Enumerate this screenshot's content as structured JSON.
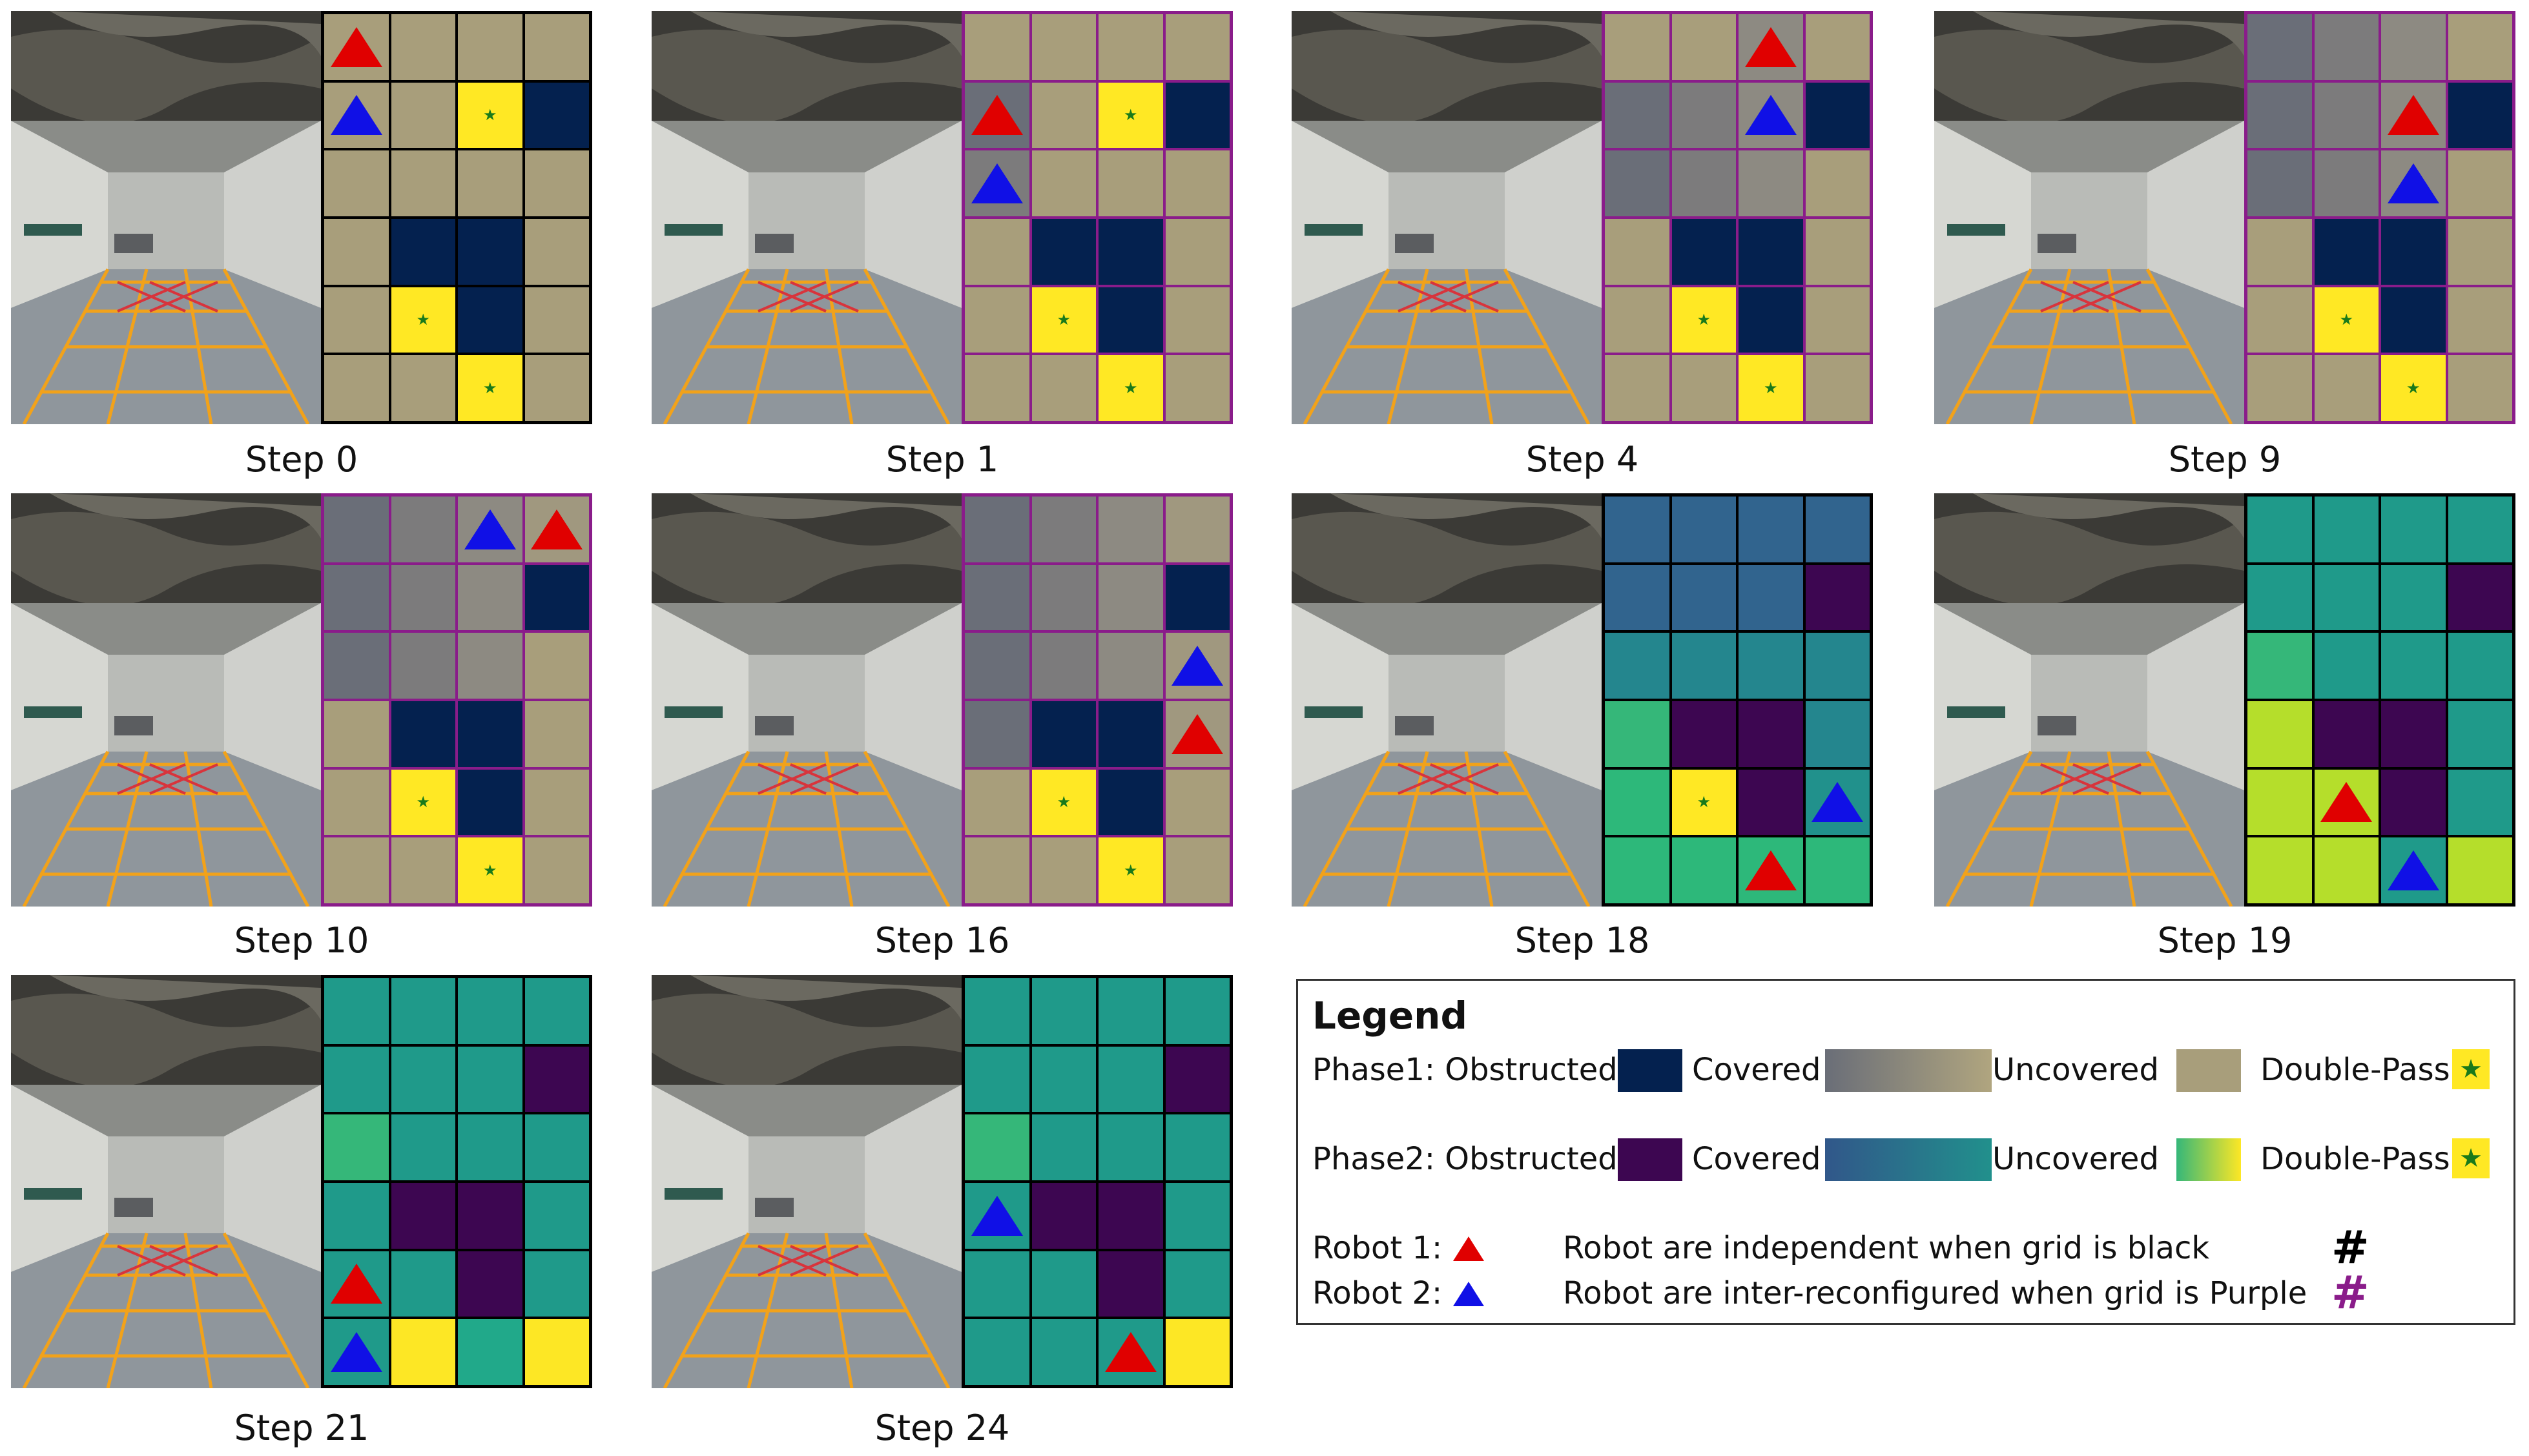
{
  "colors": {
    "p1_obstructed": "#04214f",
    "p1_uncovered": "#a89e7b",
    "p1_covered_gradient": [
      "#6a6e78",
      "#b0a57f"
    ],
    "p2_obstructed": "#3d0651",
    "p2_covered_gradient": [
      "#31578a",
      "#21908c"
    ],
    "p2_uncovered": "#21918c",
    "double_pass_p1": "#ffe824",
    "double_pass_p2_gradient": [
      "#35b779",
      "#fde725"
    ],
    "robot1": "#e00000",
    "robot2": "#1010e6",
    "grid_black": "#000000",
    "grid_purple": "#8a1c8a"
  },
  "panels": [
    {
      "caption": "Step 0",
      "grid_color": "black",
      "cells": [
        [
          "tan",
          "tan",
          "tan",
          "tan"
        ],
        [
          "tan",
          "tan",
          "dp1",
          "obs1"
        ],
        [
          "tan",
          "tan",
          "tan",
          "tan"
        ],
        [
          "tan",
          "obs1",
          "obs1",
          "tan"
        ],
        [
          "tan",
          "dp1",
          "obs1",
          "tan"
        ],
        [
          "tan",
          "tan",
          "dp1",
          "tan"
        ]
      ],
      "robots": [
        {
          "id": 1,
          "row": 0,
          "col": 0
        },
        {
          "id": 2,
          "row": 1,
          "col": 0
        }
      ]
    },
    {
      "caption": "Step 1",
      "grid_color": "purple",
      "cells": [
        [
          "tan",
          "tan",
          "tan",
          "tan"
        ],
        [
          "gray1",
          "tan",
          "dp1",
          "obs1"
        ],
        [
          "gray2",
          "tan",
          "tan",
          "tan"
        ],
        [
          "tan",
          "obs1",
          "obs1",
          "tan"
        ],
        [
          "tan",
          "dp1",
          "obs1",
          "tan"
        ],
        [
          "tan",
          "tan",
          "dp1",
          "tan"
        ]
      ],
      "robots": [
        {
          "id": 1,
          "row": 1,
          "col": 0
        },
        {
          "id": 2,
          "row": 2,
          "col": 0
        }
      ]
    },
    {
      "caption": "Step 4",
      "grid_color": "purple",
      "cells": [
        [
          "tan",
          "tan",
          "gray3",
          "tan"
        ],
        [
          "gray1",
          "gray2",
          "gray3",
          "obs1"
        ],
        [
          "gray1",
          "gray2",
          "gray3",
          "tan"
        ],
        [
          "tan",
          "obs1",
          "obs1",
          "tan"
        ],
        [
          "tan",
          "dp1",
          "obs1",
          "tan"
        ],
        [
          "tan",
          "tan",
          "dp1",
          "tan"
        ]
      ],
      "robots": [
        {
          "id": 1,
          "row": 0,
          "col": 2
        },
        {
          "id": 2,
          "row": 1,
          "col": 2
        }
      ]
    },
    {
      "caption": "Step 9",
      "grid_color": "purple",
      "cells": [
        [
          "gray1",
          "gray2",
          "gray3",
          "tan"
        ],
        [
          "gray1",
          "gray2",
          "gray3",
          "obs1"
        ],
        [
          "gray1",
          "gray2",
          "gray3",
          "tan"
        ],
        [
          "tan",
          "obs1",
          "obs1",
          "tan"
        ],
        [
          "tan",
          "dp1",
          "obs1",
          "tan"
        ],
        [
          "tan",
          "tan",
          "dp1",
          "tan"
        ]
      ],
      "robots": [
        {
          "id": 1,
          "row": 1,
          "col": 2
        },
        {
          "id": 2,
          "row": 2,
          "col": 2
        }
      ]
    },
    {
      "caption": "Step 10",
      "grid_color": "purple",
      "cells": [
        [
          "gray1",
          "gray2",
          "gray3",
          "gray4"
        ],
        [
          "gray1",
          "gray2",
          "gray3",
          "obs1"
        ],
        [
          "gray1",
          "gray2",
          "gray3",
          "tan"
        ],
        [
          "tan",
          "obs1",
          "obs1",
          "tan"
        ],
        [
          "tan",
          "dp1",
          "obs1",
          "tan"
        ],
        [
          "tan",
          "tan",
          "dp1",
          "tan"
        ]
      ],
      "robots": [
        {
          "id": 2,
          "row": 0,
          "col": 2
        },
        {
          "id": 1,
          "row": 0,
          "col": 3
        }
      ]
    },
    {
      "caption": "Step 16",
      "grid_color": "purple",
      "cells": [
        [
          "gray1",
          "gray2",
          "gray3",
          "gray4"
        ],
        [
          "gray1",
          "gray2",
          "gray3",
          "obs1"
        ],
        [
          "gray1",
          "gray2",
          "gray3",
          "gray4"
        ],
        [
          "gray1",
          "obs1",
          "obs1",
          "gray4"
        ],
        [
          "tan",
          "dp1",
          "obs1",
          "tan"
        ],
        [
          "tan",
          "tan",
          "dp1",
          "tan"
        ]
      ],
      "robots": [
        {
          "id": 2,
          "row": 2,
          "col": 3
        },
        {
          "id": 1,
          "row": 3,
          "col": 3
        }
      ]
    },
    {
      "caption": "Step 18",
      "grid_color": "black",
      "cells": [
        [
          "b1",
          "b1",
          "b1",
          "b1"
        ],
        [
          "b1",
          "b1",
          "b1",
          "obs2"
        ],
        [
          "b2",
          "b2",
          "b2",
          "b2"
        ],
        [
          "g1",
          "obs2",
          "obs2",
          "b2"
        ],
        [
          "g2",
          "dp1",
          "obs2",
          "b3"
        ],
        [
          "g2",
          "g2",
          "g2",
          "g2"
        ]
      ],
      "robots": [
        {
          "id": 2,
          "row": 4,
          "col": 3
        },
        {
          "id": 1,
          "row": 5,
          "col": 2
        }
      ]
    },
    {
      "caption": "Step 19",
      "grid_color": "black",
      "cells": [
        [
          "t1",
          "t1",
          "t1",
          "t1"
        ],
        [
          "t1",
          "t1",
          "t1",
          "obs2"
        ],
        [
          "g1",
          "t1",
          "t1",
          "t1"
        ],
        [
          "yg",
          "obs2",
          "obs2",
          "t1"
        ],
        [
          "yg",
          "yg",
          "obs2",
          "t1"
        ],
        [
          "yg",
          "yg",
          "t1",
          "yg"
        ]
      ],
      "robots": [
        {
          "id": 1,
          "row": 4,
          "col": 1
        },
        {
          "id": 2,
          "row": 5,
          "col": 2
        }
      ]
    },
    {
      "caption": "Step 21",
      "grid_color": "black",
      "cells": [
        [
          "t1",
          "t1",
          "t1",
          "t1"
        ],
        [
          "t1",
          "t1",
          "t1",
          "obs2"
        ],
        [
          "g1",
          "t1",
          "t1",
          "t1"
        ],
        [
          "t1",
          "obs2",
          "obs2",
          "t1"
        ],
        [
          "t1",
          "t1",
          "obs2",
          "t1"
        ],
        [
          "t1",
          "yel",
          "t2",
          "yel"
        ]
      ],
      "robots": [
        {
          "id": 1,
          "row": 4,
          "col": 0
        },
        {
          "id": 2,
          "row": 5,
          "col": 0
        }
      ]
    },
    {
      "caption": "Step 24",
      "grid_color": "black",
      "cells": [
        [
          "t1",
          "t1",
          "t1",
          "t1"
        ],
        [
          "t1",
          "t1",
          "t1",
          "obs2"
        ],
        [
          "g1",
          "t1",
          "t1",
          "t1"
        ],
        [
          "t1",
          "obs2",
          "obs2",
          "t1"
        ],
        [
          "t1",
          "t1",
          "obs2",
          "t1"
        ],
        [
          "t1",
          "t1",
          "t1",
          "yel"
        ]
      ],
      "robots": [
        {
          "id": 2,
          "row": 3,
          "col": 0
        },
        {
          "id": 1,
          "row": 5,
          "col": 2
        }
      ]
    }
  ],
  "legend": {
    "title": "Legend",
    "phase1_label": "Phase1: Obstructed",
    "phase2_label": "Phase2: Obstructed",
    "covered": "Covered",
    "uncovered": "Uncovered",
    "double_pass": "Double-Pass",
    "robot1_label": "Robot 1:",
    "robot2_label": "Robot 2:",
    "independent_text": "Robot are independent when grid is black",
    "reconfigured_text": "Robot are inter-reconfigured when grid is Purple"
  }
}
